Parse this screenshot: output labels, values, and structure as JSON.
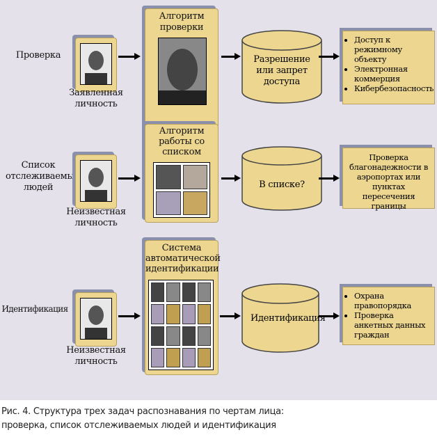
{
  "rows": [
    {
      "label": "Проверка",
      "identity": "Заявленная личность",
      "algorithm": "Алгоритм проверки",
      "decision": "Разрешение или запрет доступа",
      "applications": [
        "Доступ к режимному объекту",
        "Электронная коммерция",
        "Кибербезопасность"
      ]
    },
    {
      "label": "Список отслеживаемых людей",
      "identity": "Неизвестная личность",
      "algorithm": "Алгоритм работы со списком",
      "decision": "В списке?",
      "applications": [
        "Проверка благонадежности в аэропортах или пунктах пересечения границы"
      ]
    },
    {
      "label": "Идентификация",
      "identity": "Неизвестная личность",
      "algorithm": "Система автоматической идентификации",
      "decision": "Идентификация",
      "applications": [
        "Охрана правопорядка",
        "Проверка анкетных данных граждан"
      ]
    }
  ],
  "caption": {
    "line1": "Рис. 4. Структура трех задач распознавания по чертам лица:",
    "line2": "проверка, список отслеживаемых людей и идентификация"
  },
  "colors": {
    "background": "#e4e1ea",
    "box": "#ecd690",
    "shadow": "#8a90ac"
  }
}
